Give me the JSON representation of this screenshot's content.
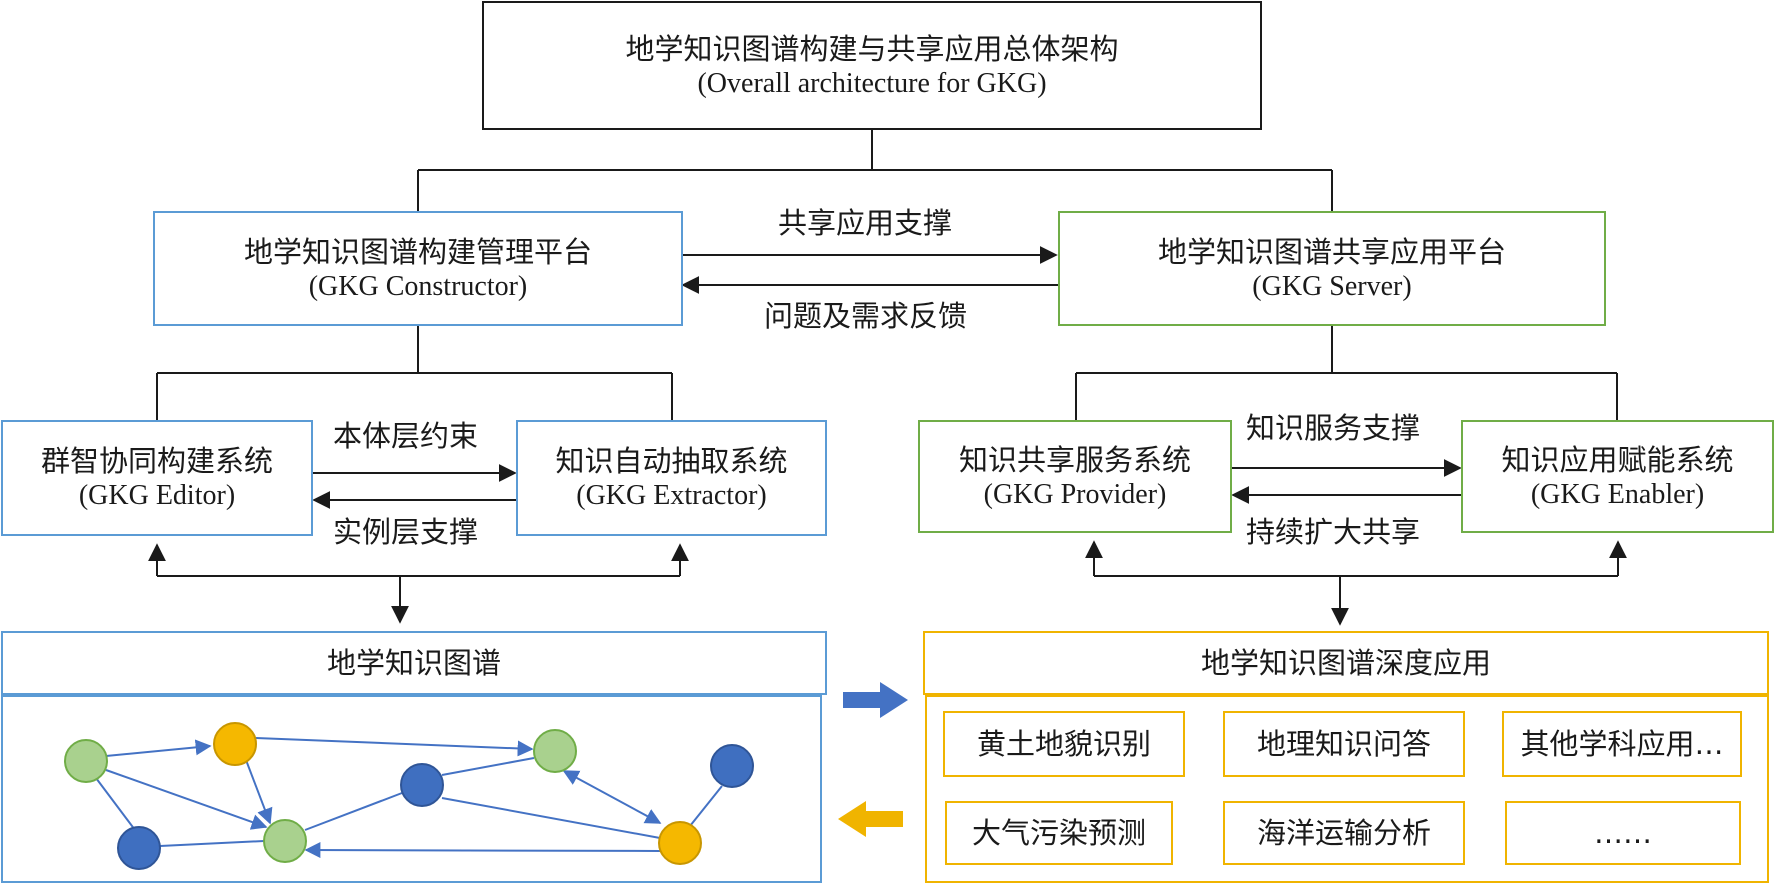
{
  "top": {
    "title_cn": "地学知识图谱构建与共享应用总体架构",
    "title_en": "(Overall architecture for GKG)"
  },
  "constructor": {
    "title_cn": "地学知识图谱构建管理平台",
    "title_en": "(GKG Constructor)"
  },
  "server": {
    "title_cn": "地学知识图谱共享应用平台",
    "title_en": "(GKG Server)"
  },
  "platform_links": {
    "forward": "共享应用支撑",
    "backward": "问题及需求反馈"
  },
  "editor": {
    "title_cn": "群智协同构建系统",
    "title_en": "(GKG Editor)"
  },
  "extractor": {
    "title_cn": "知识自动抽取系统",
    "title_en": "(GKG Extractor)"
  },
  "constructor_links": {
    "forward": "本体层约束",
    "backward": "实例层支撑"
  },
  "provider": {
    "title_cn": "知识共享服务系统",
    "title_en": "(GKG Provider)"
  },
  "enabler": {
    "title_cn": "知识应用赋能系统",
    "title_en": "(GKG Enabler)"
  },
  "server_links": {
    "forward": "知识服务支撑",
    "backward": "持续扩大共享"
  },
  "kg": {
    "title": "地学知识图谱"
  },
  "deep_apps": {
    "title": "地学知识图谱深度应用",
    "items": [
      "黄土地貌识别",
      "地理知识问答",
      "其他学科应用…",
      "大气污染预测",
      "海洋运输分析",
      "……"
    ]
  },
  "colors": {
    "node_green": "#a9d18e",
    "node_green_stroke": "#70ad47",
    "node_gold": "#f5b800",
    "node_gold_stroke": "#c89600",
    "node_blue": "#3f6fc0",
    "node_blue_stroke": "#2f5597",
    "edge": "#4472c4",
    "arrow_right": "#4472c4",
    "arrow_left": "#f0b400"
  }
}
